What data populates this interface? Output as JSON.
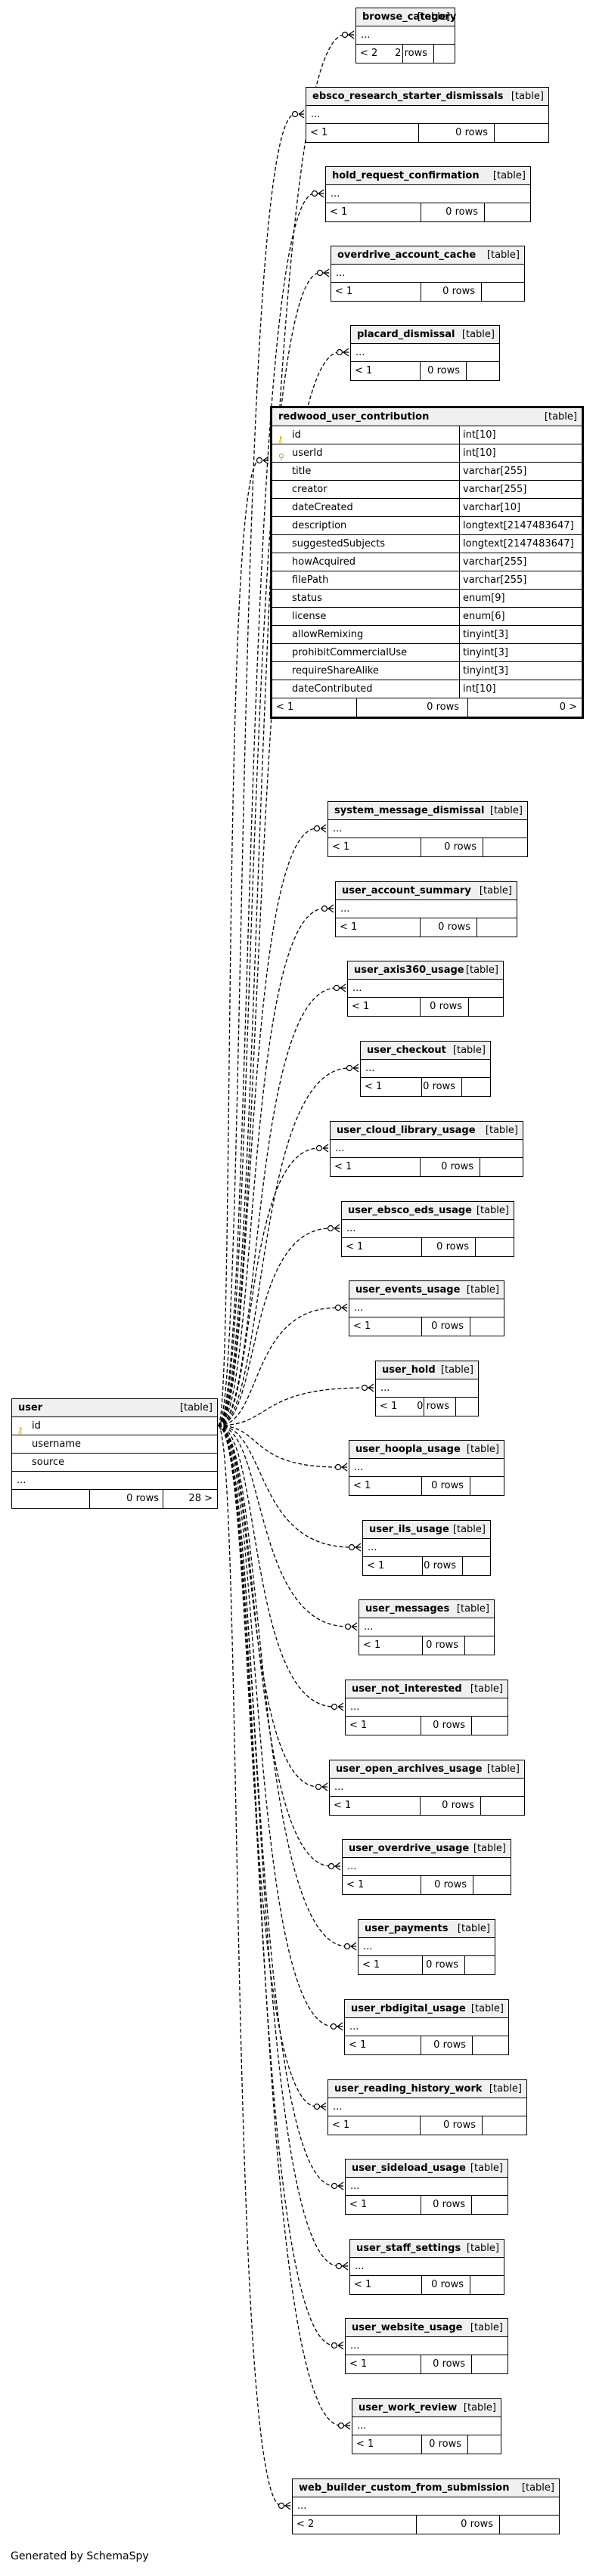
{
  "center": {
    "name": "user",
    "type": "[table]",
    "columns": [
      {
        "name": "id",
        "icon": "primary-key-icon"
      },
      {
        "name": "username",
        "icon": ""
      },
      {
        "name": "source",
        "icon": ""
      }
    ],
    "ellipsis": "...",
    "footer": {
      "left": "",
      "rows": "0 rows",
      "children": "28 >"
    }
  },
  "focus_table": {
    "name": "redwood_user_contribution",
    "type": "[table]",
    "columns": [
      {
        "name": "id",
        "type": "int[10]",
        "icon": "primary-key-icon"
      },
      {
        "name": "userId",
        "type": "int[10]",
        "icon": "foreign-key-icon"
      },
      {
        "name": "title",
        "type": "varchar[255]",
        "icon": ""
      },
      {
        "name": "creator",
        "type": "varchar[255]",
        "icon": ""
      },
      {
        "name": "dateCreated",
        "type": "varchar[10]",
        "icon": ""
      },
      {
        "name": "description",
        "type": "longtext[2147483647]",
        "icon": ""
      },
      {
        "name": "suggestedSubjects",
        "type": "longtext[2147483647]",
        "icon": ""
      },
      {
        "name": "howAcquired",
        "type": "varchar[255]",
        "icon": ""
      },
      {
        "name": "filePath",
        "type": "varchar[255]",
        "icon": ""
      },
      {
        "name": "status",
        "type": "enum[9]",
        "icon": ""
      },
      {
        "name": "license",
        "type": "enum[6]",
        "icon": ""
      },
      {
        "name": "allowRemixing",
        "type": "tinyint[3]",
        "icon": ""
      },
      {
        "name": "prohibitCommercialUse",
        "type": "tinyint[3]",
        "icon": ""
      },
      {
        "name": "requireShareAlike",
        "type": "tinyint[3]",
        "icon": ""
      },
      {
        "name": "dateContributed",
        "type": "int[10]",
        "icon": ""
      }
    ],
    "footer": {
      "left": "< 1",
      "rows": "0 rows",
      "children": "0 >"
    }
  },
  "children": [
    {
      "name": "browse_category",
      "type": "[table]",
      "ellipsis": "...",
      "parents": "< 2",
      "rows": "2 rows"
    },
    {
      "name": "ebsco_research_starter_dismissals",
      "type": "[table]",
      "ellipsis": "...",
      "parents": "< 1",
      "rows": "0 rows"
    },
    {
      "name": "hold_request_confirmation",
      "type": "[table]",
      "ellipsis": "...",
      "parents": "< 1",
      "rows": "0 rows"
    },
    {
      "name": "overdrive_account_cache",
      "type": "[table]",
      "ellipsis": "...",
      "parents": "< 1",
      "rows": "0 rows"
    },
    {
      "name": "placard_dismissal",
      "type": "[table]",
      "ellipsis": "...",
      "parents": "< 1",
      "rows": "0 rows"
    },
    {
      "name": "system_message_dismissal",
      "type": "[table]",
      "ellipsis": "...",
      "parents": "< 1",
      "rows": "0 rows"
    },
    {
      "name": "user_account_summary",
      "type": "[table]",
      "ellipsis": "...",
      "parents": "< 1",
      "rows": "0 rows"
    },
    {
      "name": "user_axis360_usage",
      "type": "[table]",
      "ellipsis": "...",
      "parents": "< 1",
      "rows": "0 rows"
    },
    {
      "name": "user_checkout",
      "type": "[table]",
      "ellipsis": "...",
      "parents": "< 1",
      "rows": "0 rows"
    },
    {
      "name": "user_cloud_library_usage",
      "type": "[table]",
      "ellipsis": "...",
      "parents": "< 1",
      "rows": "0 rows"
    },
    {
      "name": "user_ebsco_eds_usage",
      "type": "[table]",
      "ellipsis": "...",
      "parents": "< 1",
      "rows": "0 rows"
    },
    {
      "name": "user_events_usage",
      "type": "[table]",
      "ellipsis": "...",
      "parents": "< 1",
      "rows": "0 rows"
    },
    {
      "name": "user_hold",
      "type": "[table]",
      "ellipsis": "...",
      "parents": "< 1",
      "rows": "0 rows"
    },
    {
      "name": "user_hoopla_usage",
      "type": "[table]",
      "ellipsis": "...",
      "parents": "< 1",
      "rows": "0 rows"
    },
    {
      "name": "user_ils_usage",
      "type": "[table]",
      "ellipsis": "...",
      "parents": "< 1",
      "rows": "0 rows"
    },
    {
      "name": "user_messages",
      "type": "[table]",
      "ellipsis": "...",
      "parents": "< 1",
      "rows": "0 rows"
    },
    {
      "name": "user_not_interested",
      "type": "[table]",
      "ellipsis": "...",
      "parents": "< 1",
      "rows": "0 rows"
    },
    {
      "name": "user_open_archives_usage",
      "type": "[table]",
      "ellipsis": "...",
      "parents": "< 1",
      "rows": "0 rows"
    },
    {
      "name": "user_overdrive_usage",
      "type": "[table]",
      "ellipsis": "...",
      "parents": "< 1",
      "rows": "0 rows"
    },
    {
      "name": "user_payments",
      "type": "[table]",
      "ellipsis": "...",
      "parents": "< 1",
      "rows": "0 rows"
    },
    {
      "name": "user_rbdigital_usage",
      "type": "[table]",
      "ellipsis": "...",
      "parents": "< 1",
      "rows": "0 rows"
    },
    {
      "name": "user_reading_history_work",
      "type": "[table]",
      "ellipsis": "...",
      "parents": "< 1",
      "rows": "0 rows"
    },
    {
      "name": "user_sideload_usage",
      "type": "[table]",
      "ellipsis": "...",
      "parents": "< 1",
      "rows": "0 rows"
    },
    {
      "name": "user_staff_settings",
      "type": "[table]",
      "ellipsis": "...",
      "parents": "< 1",
      "rows": "0 rows"
    },
    {
      "name": "user_website_usage",
      "type": "[table]",
      "ellipsis": "...",
      "parents": "< 1",
      "rows": "0 rows"
    },
    {
      "name": "user_work_review",
      "type": "[table]",
      "ellipsis": "...",
      "parents": "< 1",
      "rows": "0 rows"
    },
    {
      "name": "web_builder_custom_from_submission",
      "type": "[table]",
      "ellipsis": "...",
      "parents": "< 2",
      "rows": "0 rows"
    }
  ],
  "footer_note": "Generated by SchemaSpy",
  "colors": {
    "header_bg": "#f0f0f0",
    "border": "#000000",
    "key": "#e0b800",
    "edge": "#000000"
  }
}
